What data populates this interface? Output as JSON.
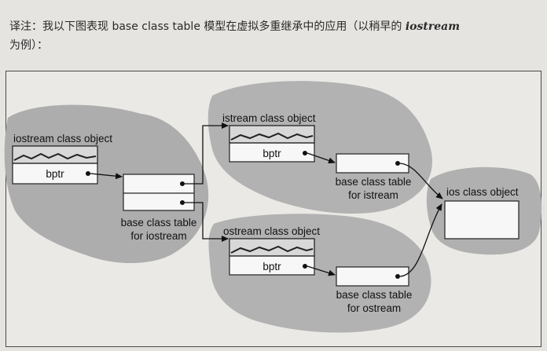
{
  "note": {
    "prefix": "译注：我以下图表现 base class table 模型在虚拟多重继承中的应用（以稍早的",
    "emphasis": "iostream",
    "suffix": "为例）："
  },
  "diagram": {
    "iostream_object_label": "iostream class object",
    "istream_object_label": "istream class object",
    "ostream_object_label": "ostream class object",
    "ios_object_label": "ios class object",
    "bptr_label": "bptr",
    "iostream_table_label_1": "base class table",
    "iostream_table_label_2": "for iostream",
    "istream_table_label_1": "base class table",
    "istream_table_label_2": "for istream",
    "ostream_table_label_1": "base class table",
    "ostream_table_label_2": "for ostream"
  }
}
